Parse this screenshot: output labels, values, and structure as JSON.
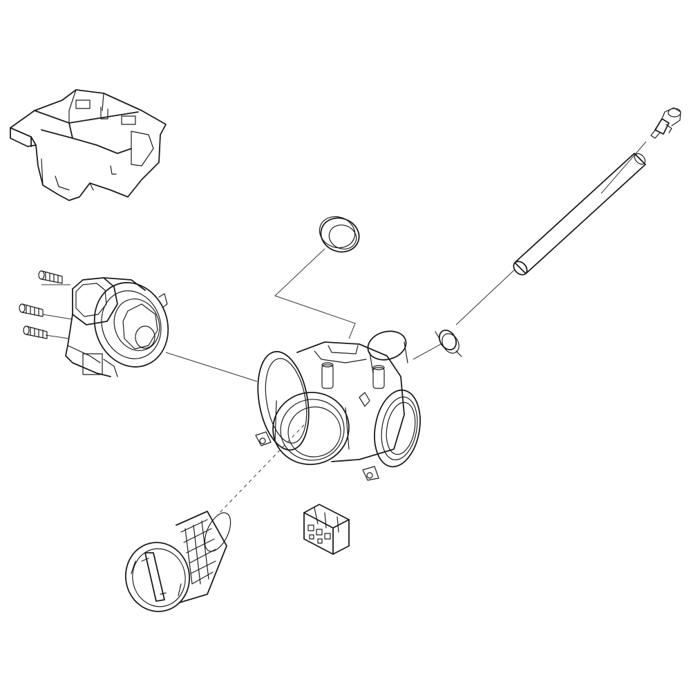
{
  "diagram": {
    "parts": [
      {
        "id": "bracket",
        "icon": "drain-pump-bracket-icon"
      },
      {
        "id": "screws",
        "icon": "screw-icon",
        "count": 3
      },
      {
        "id": "pump-motor",
        "icon": "drain-pump-motor-icon"
      },
      {
        "id": "seal-ring",
        "icon": "seal-ring-icon"
      },
      {
        "id": "pump-housing",
        "icon": "pump-housing-icon"
      },
      {
        "id": "hose-clamp",
        "icon": "hose-clamp-icon"
      },
      {
        "id": "tube",
        "icon": "tube-icon"
      },
      {
        "id": "sensor-fitting",
        "icon": "sensor-fitting-icon"
      },
      {
        "id": "filter",
        "icon": "drain-filter-icon"
      },
      {
        "id": "connector",
        "icon": "wire-connector-icon"
      }
    ],
    "colors": {
      "stroke": "#1a1a1a",
      "fill": "#ffffff",
      "shade": "#d9d9d9",
      "lead": "#333333"
    }
  }
}
